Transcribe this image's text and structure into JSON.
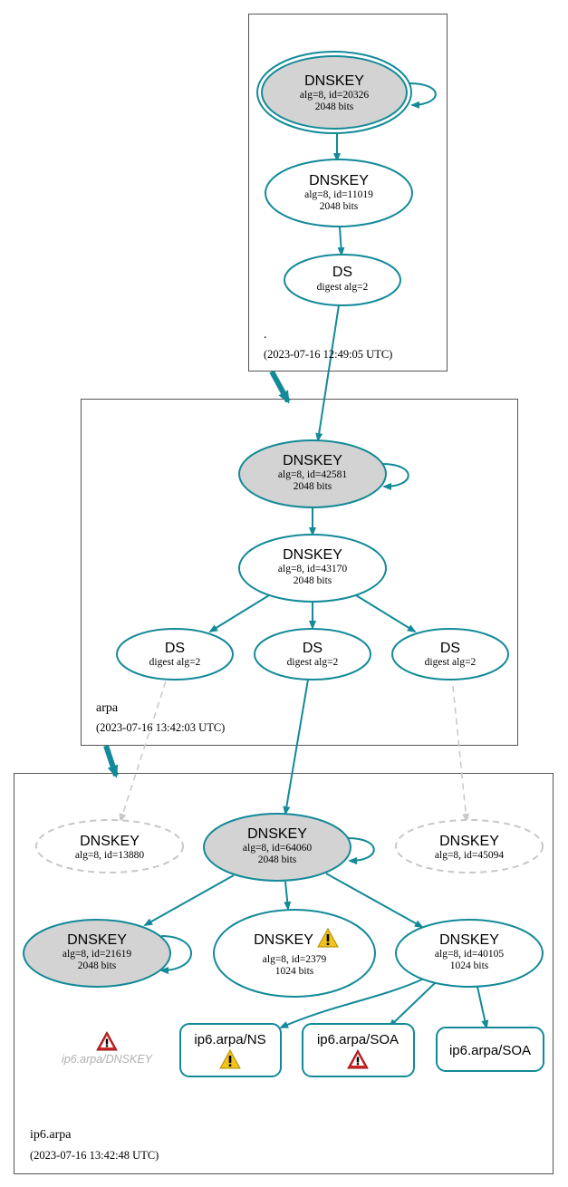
{
  "zones": {
    "root": {
      "name": ".",
      "timestamp": "(2023-07-16 12:49:05 UTC)"
    },
    "arpa": {
      "name": "arpa",
      "timestamp": "(2023-07-16 13:42:03 UTC)"
    },
    "ip6arpa": {
      "name": "ip6.arpa",
      "timestamp": "(2023-07-16 13:42:48 UTC)"
    }
  },
  "nodes": {
    "root_ksk": {
      "title": "DNSKEY",
      "line1": "alg=8, id=20326",
      "line2": "2048 bits"
    },
    "root_zsk": {
      "title": "DNSKEY",
      "line1": "alg=8, id=11019",
      "line2": "2048 bits"
    },
    "root_ds": {
      "title": "DS",
      "line1": "digest alg=2"
    },
    "arpa_ksk": {
      "title": "DNSKEY",
      "line1": "alg=8, id=42581",
      "line2": "2048 bits"
    },
    "arpa_zsk": {
      "title": "DNSKEY",
      "line1": "alg=8, id=43170",
      "line2": "2048 bits"
    },
    "arpa_ds1": {
      "title": "DS",
      "line1": "digest alg=2"
    },
    "arpa_ds2": {
      "title": "DS",
      "line1": "digest alg=2"
    },
    "arpa_ds3": {
      "title": "DS",
      "line1": "digest alg=2"
    },
    "ip6_key_13880": {
      "title": "DNSKEY",
      "line1": "alg=8, id=13880"
    },
    "ip6_ksk": {
      "title": "DNSKEY",
      "line1": "alg=8, id=64060",
      "line2": "2048 bits"
    },
    "ip6_key_45094": {
      "title": "DNSKEY",
      "line1": "alg=8, id=45094"
    },
    "ip6_key_21619": {
      "title": "DNSKEY",
      "line1": "alg=8, id=21619",
      "line2": "2048 bits"
    },
    "ip6_key_2379": {
      "title": "DNSKEY",
      "line1": "alg=8, id=2379",
      "line2": "1024 bits"
    },
    "ip6_key_40105": {
      "title": "DNSKEY",
      "line1": "alg=8, id=40105",
      "line2": "1024 bits"
    }
  },
  "rrsets": {
    "ns": "ip6.arpa/NS",
    "soa_error": "ip6.arpa/SOA",
    "soa": "ip6.arpa/SOA",
    "missing_dnskey": "ip6.arpa/DNSKEY"
  },
  "colors": {
    "secure": "#138a98",
    "insecure_dashed": "#c8c8c8",
    "ksk_fill": "#d3d3d3",
    "warning": "#f0c419",
    "error": "#d22828"
  },
  "icons": {
    "warning": "warning-triangle-icon",
    "error": "error-triangle-icon"
  }
}
